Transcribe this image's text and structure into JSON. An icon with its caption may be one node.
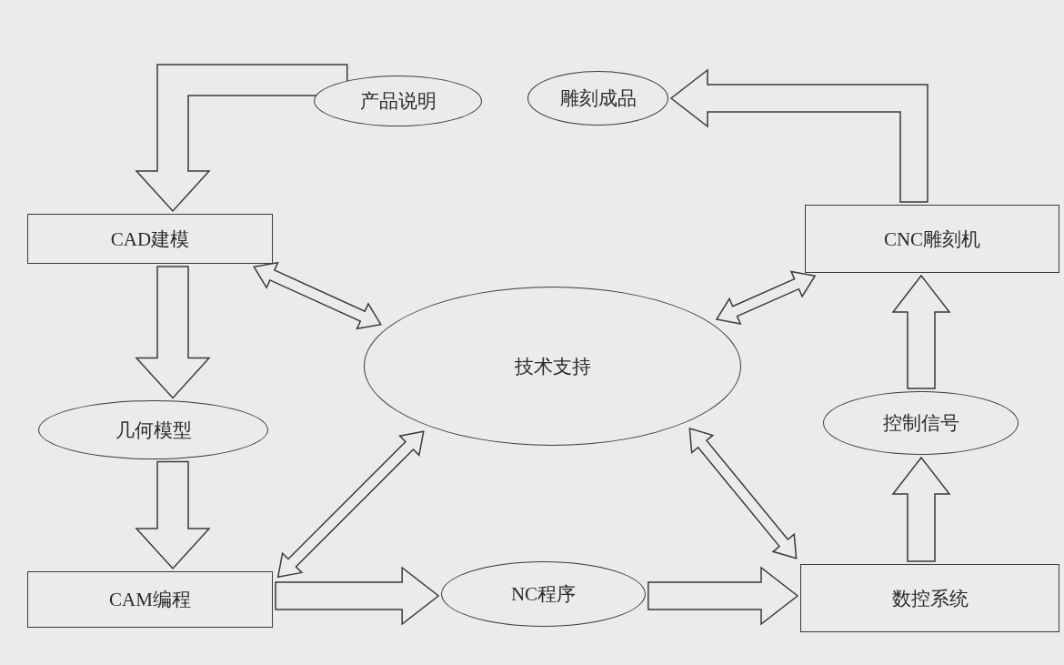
{
  "diagram": {
    "nodes": [
      {
        "text": [
          "产品说明"
        ]
      },
      {
        "text": [
          "雕刻成品"
        ]
      },
      {
        "text": [
          "CAD建模"
        ]
      },
      {
        "text": [
          "CNC雕刻机"
        ]
      },
      {
        "text": [
          "技术支持"
        ]
      },
      {
        "text": [
          "几何模型"
        ]
      },
      {
        "text": [
          "控制信号"
        ]
      },
      {
        "text": [
          "CAM编程"
        ]
      },
      {
        "text": [
          "NC程序"
        ]
      },
      {
        "text": [
          "数控系统"
        ]
      }
    ],
    "edges": [
      {
        "from": 0,
        "to": 2,
        "arrow": "to"
      },
      {
        "from": 2,
        "to": 5,
        "arrow": "to"
      },
      {
        "from": 5,
        "to": 7,
        "arrow": "to"
      },
      {
        "from": 7,
        "to": 8,
        "arrow": "to"
      },
      {
        "from": 8,
        "to": 9,
        "arrow": "to"
      },
      {
        "from": 9,
        "to": 6,
        "arrow": "to"
      },
      {
        "from": 6,
        "to": 3,
        "arrow": "to"
      },
      {
        "from": 3,
        "to": 1,
        "arrow": "to"
      },
      {
        "from": 2,
        "to": 4,
        "arrow": "both"
      },
      {
        "from": 3,
        "to": 4,
        "arrow": "both"
      },
      {
        "from": 7,
        "to": 4,
        "arrow": "both"
      },
      {
        "from": 9,
        "to": 4,
        "arrow": "both"
      }
    ]
  }
}
